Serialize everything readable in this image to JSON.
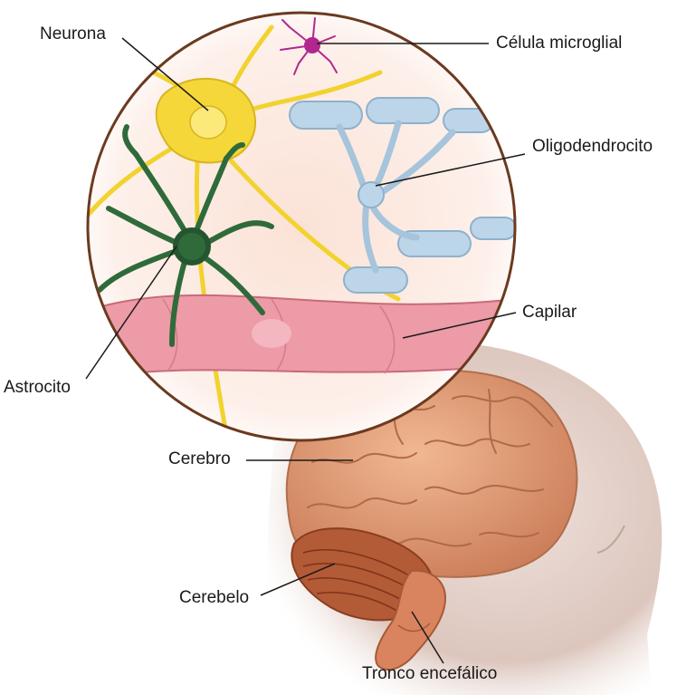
{
  "labels": {
    "neurona": "Neurona",
    "microglia": "Célula microglial",
    "oligodendrocito": "Oligodendrocito",
    "capilar": "Capilar",
    "astrocito": "Astrocito",
    "cerebro": "Cerebro",
    "cerebelo": "Cerebelo",
    "tronco": "Tronco encefálico"
  },
  "colors": {
    "circle_border": "#6b3a1f",
    "circle_bg": "#fbe6dc",
    "neuron": "#f2d22e",
    "astrocyte": "#2f6b3a",
    "oligodendrocyte": "#bcd5e8",
    "capillary": "#ea98a4",
    "microglia": "#b0288f",
    "brain": "#d8906a",
    "cerebellum": "#a5502f",
    "head_skin": "#e3d0c8",
    "leader_line": "#1a1a1a"
  }
}
